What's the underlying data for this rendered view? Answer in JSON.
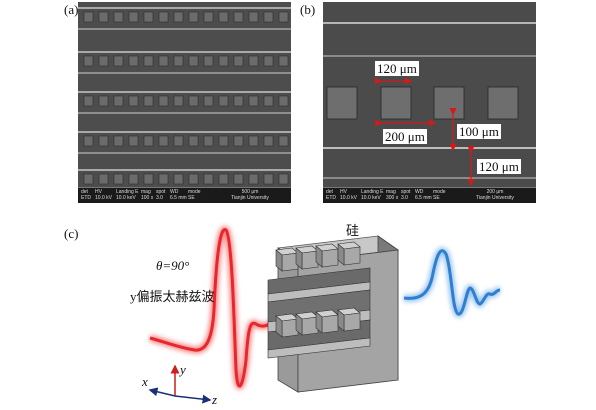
{
  "panels": {
    "a": "(a)",
    "b": "(b)",
    "c": "(c)"
  },
  "sem_a": {
    "headers": [
      "det",
      "HV",
      "Landing E",
      "mag",
      "spot",
      "WD",
      "mode"
    ],
    "values": [
      "ETD",
      "10.0 kV",
      "10.0 keV",
      "100 x",
      "3.0",
      "6.5 mm",
      "SE"
    ],
    "scale_label": "500 μm",
    "institution": "Tianjin University"
  },
  "sem_b": {
    "headers": [
      "det",
      "HV",
      "Landing E",
      "mag",
      "spot",
      "WD",
      "mode"
    ],
    "values": [
      "ETD",
      "10.0 kV",
      "10.0 keV",
      "300 x",
      "3.0",
      "6.5 mm",
      "SE"
    ],
    "scale_label": "200 μm",
    "institution": "Tianjin University",
    "dims": {
      "top_width": "120 μm",
      "period": "200 μm",
      "height": "100 μm",
      "strip": "120 μm"
    }
  },
  "diagram": {
    "material": "硅",
    "theta": "θ=90°",
    "wave_label": "y偏振太赫兹波",
    "axes": {
      "x": "x",
      "y": "y",
      "z": "z"
    }
  },
  "colors": {
    "input_wave": "#e8262b",
    "output_wave": "#2f7fd0",
    "axis_red": "#d01c1c",
    "axis_blue": "#1c2f7a",
    "sem_bg": "#4a4a4a"
  }
}
